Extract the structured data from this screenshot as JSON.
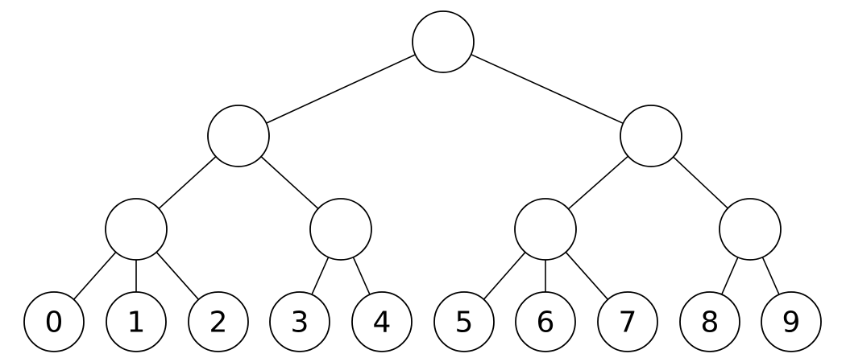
{
  "tree": {
    "internal_nodes": [
      {
        "id": "root",
        "children": [
          "n1",
          "n2"
        ]
      },
      {
        "id": "n1",
        "children": [
          "n3",
          "n4"
        ]
      },
      {
        "id": "n2",
        "children": [
          "n5",
          "n6"
        ]
      },
      {
        "id": "n3",
        "children": [
          "L0",
          "L1",
          "L2"
        ]
      },
      {
        "id": "n4",
        "children": [
          "L3",
          "L4"
        ]
      },
      {
        "id": "n5",
        "children": [
          "L5",
          "L6",
          "L7"
        ]
      },
      {
        "id": "n6",
        "children": [
          "L8",
          "L9"
        ]
      }
    ],
    "leaves": [
      {
        "id": "L0",
        "label": "0"
      },
      {
        "id": "L1",
        "label": "1"
      },
      {
        "id": "L2",
        "label": "2"
      },
      {
        "id": "L3",
        "label": "3"
      },
      {
        "id": "L4",
        "label": "4"
      },
      {
        "id": "L5",
        "label": "5"
      },
      {
        "id": "L6",
        "label": "6"
      },
      {
        "id": "L7",
        "label": "7"
      },
      {
        "id": "L8",
        "label": "8"
      },
      {
        "id": "L9",
        "label": "9"
      }
    ]
  }
}
